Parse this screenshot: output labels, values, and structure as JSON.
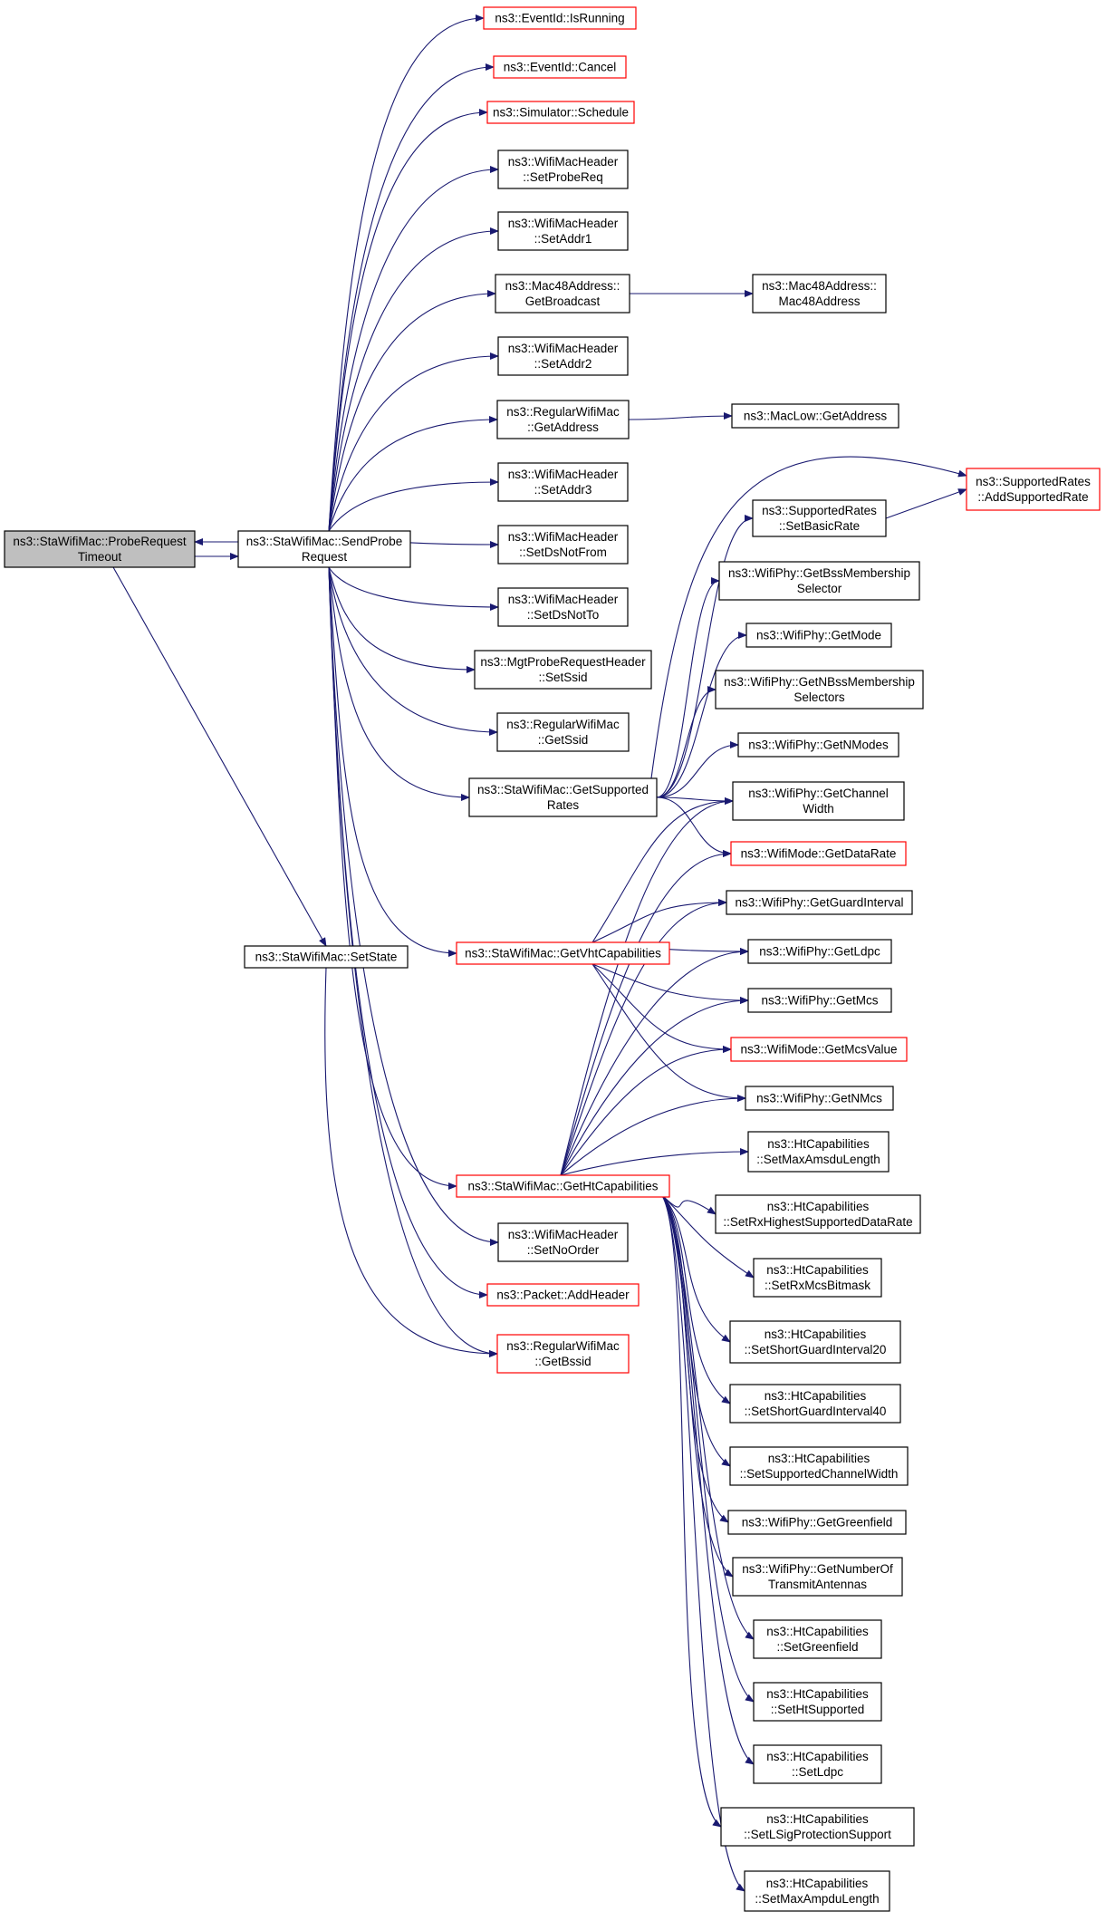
{
  "graph": {
    "nodes": [
      {
        "id": "root",
        "lines": [
          "ns3::StaWifiMac::ProbeRequest",
          "Timeout"
        ],
        "style": "root"
      },
      {
        "id": "sendProbe",
        "lines": [
          "ns3::StaWifiMac::SendProbe",
          "Request"
        ],
        "style": "black"
      },
      {
        "id": "setState",
        "lines": [
          "ns3::StaWifiMac::SetState"
        ],
        "style": "black"
      },
      {
        "id": "isRunning",
        "lines": [
          "ns3::EventId::IsRunning"
        ],
        "style": "red"
      },
      {
        "id": "cancel",
        "lines": [
          "ns3::EventId::Cancel"
        ],
        "style": "red"
      },
      {
        "id": "schedule",
        "lines": [
          "ns3::Simulator::Schedule"
        ],
        "style": "red"
      },
      {
        "id": "setProbeReq",
        "lines": [
          "ns3::WifiMacHeader",
          "::SetProbeReq"
        ],
        "style": "black"
      },
      {
        "id": "setAddr1",
        "lines": [
          "ns3::WifiMacHeader",
          "::SetAddr1"
        ],
        "style": "black"
      },
      {
        "id": "getBroadcast",
        "lines": [
          "ns3::Mac48Address::",
          "GetBroadcast"
        ],
        "style": "black"
      },
      {
        "id": "mac48ctor",
        "lines": [
          "ns3::Mac48Address::",
          "Mac48Address"
        ],
        "style": "black"
      },
      {
        "id": "setAddr2",
        "lines": [
          "ns3::WifiMacHeader",
          "::SetAddr2"
        ],
        "style": "black"
      },
      {
        "id": "getAddress",
        "lines": [
          "ns3::RegularWifiMac",
          "::GetAddress"
        ],
        "style": "black"
      },
      {
        "id": "macLowGetAddress",
        "lines": [
          "ns3::MacLow::GetAddress"
        ],
        "style": "black"
      },
      {
        "id": "setAddr3",
        "lines": [
          "ns3::WifiMacHeader",
          "::SetAddr3"
        ],
        "style": "black"
      },
      {
        "id": "setDsNotFrom",
        "lines": [
          "ns3::WifiMacHeader",
          "::SetDsNotFrom"
        ],
        "style": "black"
      },
      {
        "id": "setDsNotTo",
        "lines": [
          "ns3::WifiMacHeader",
          "::SetDsNotTo"
        ],
        "style": "black"
      },
      {
        "id": "mgtSetSsid",
        "lines": [
          "ns3::MgtProbeRequestHeader",
          "::SetSsid"
        ],
        "style": "black"
      },
      {
        "id": "getSsid",
        "lines": [
          "ns3::RegularWifiMac",
          "::GetSsid"
        ],
        "style": "black"
      },
      {
        "id": "getSupportedRates",
        "lines": [
          "ns3::StaWifiMac::GetSupported",
          "Rates"
        ],
        "style": "black"
      },
      {
        "id": "getVht",
        "lines": [
          "ns3::StaWifiMac::GetVhtCapabilities"
        ],
        "style": "red"
      },
      {
        "id": "getHt",
        "lines": [
          "ns3::StaWifiMac::GetHtCapabilities"
        ],
        "style": "red"
      },
      {
        "id": "setNoOrder",
        "lines": [
          "ns3::WifiMacHeader",
          "::SetNoOrder"
        ],
        "style": "black"
      },
      {
        "id": "addHeader",
        "lines": [
          "ns3::Packet::AddHeader"
        ],
        "style": "red"
      },
      {
        "id": "getBssid",
        "lines": [
          "ns3::RegularWifiMac",
          "::GetBssid"
        ],
        "style": "red"
      },
      {
        "id": "addSupportedRate",
        "lines": [
          "ns3::SupportedRates",
          "::AddSupportedRate"
        ],
        "style": "red"
      },
      {
        "id": "setBasicRate",
        "lines": [
          "ns3::SupportedRates",
          "::SetBasicRate"
        ],
        "style": "black"
      },
      {
        "id": "getBssMembership",
        "lines": [
          "ns3::WifiPhy::GetBssMembership",
          "Selector"
        ],
        "style": "black"
      },
      {
        "id": "getMode",
        "lines": [
          "ns3::WifiPhy::GetMode"
        ],
        "style": "black"
      },
      {
        "id": "getNBssMembership",
        "lines": [
          "ns3::WifiPhy::GetNBssMembership",
          "Selectors"
        ],
        "style": "black"
      },
      {
        "id": "getNModes",
        "lines": [
          "ns3::WifiPhy::GetNModes"
        ],
        "style": "black"
      },
      {
        "id": "getChannelWidth",
        "lines": [
          "ns3::WifiPhy::GetChannel",
          "Width"
        ],
        "style": "black"
      },
      {
        "id": "getDataRate",
        "lines": [
          "ns3::WifiMode::GetDataRate"
        ],
        "style": "red"
      },
      {
        "id": "getGuardInterval",
        "lines": [
          "ns3::WifiPhy::GetGuardInterval"
        ],
        "style": "black"
      },
      {
        "id": "getLdpc",
        "lines": [
          "ns3::WifiPhy::GetLdpc"
        ],
        "style": "black"
      },
      {
        "id": "getMcs",
        "lines": [
          "ns3::WifiPhy::GetMcs"
        ],
        "style": "black"
      },
      {
        "id": "getMcsValue",
        "lines": [
          "ns3::WifiMode::GetMcsValue"
        ],
        "style": "red"
      },
      {
        "id": "getNMcs",
        "lines": [
          "ns3::WifiPhy::GetNMcs"
        ],
        "style": "black"
      },
      {
        "id": "setMaxAmsdu",
        "lines": [
          "ns3::HtCapabilities",
          "::SetMaxAmsduLength"
        ],
        "style": "black"
      },
      {
        "id": "setRxHighest",
        "lines": [
          "ns3::HtCapabilities",
          "::SetRxHighestSupportedDataRate"
        ],
        "style": "black"
      },
      {
        "id": "setRxMcsBitmask",
        "lines": [
          "ns3::HtCapabilities",
          "::SetRxMcsBitmask"
        ],
        "style": "black"
      },
      {
        "id": "setSgi20",
        "lines": [
          "ns3::HtCapabilities",
          "::SetShortGuardInterval20"
        ],
        "style": "black"
      },
      {
        "id": "setSgi40",
        "lines": [
          "ns3::HtCapabilities",
          "::SetShortGuardInterval40"
        ],
        "style": "black"
      },
      {
        "id": "setSupportedCw",
        "lines": [
          "ns3::HtCapabilities",
          "::SetSupportedChannelWidth"
        ],
        "style": "black"
      },
      {
        "id": "getGreenfield",
        "lines": [
          "ns3::WifiPhy::GetGreenfield"
        ],
        "style": "black"
      },
      {
        "id": "getNumTxAnt",
        "lines": [
          "ns3::WifiPhy::GetNumberOf",
          "TransmitAntennas"
        ],
        "style": "black"
      },
      {
        "id": "setGreenfield",
        "lines": [
          "ns3::HtCapabilities",
          "::SetGreenfield"
        ],
        "style": "black"
      },
      {
        "id": "setHtSupported",
        "lines": [
          "ns3::HtCapabilities",
          "::SetHtSupported"
        ],
        "style": "black"
      },
      {
        "id": "setLdpc",
        "lines": [
          "ns3::HtCapabilities",
          "::SetLdpc"
        ],
        "style": "black"
      },
      {
        "id": "setLSig",
        "lines": [
          "ns3::HtCapabilities",
          "::SetLSigProtectionSupport"
        ],
        "style": "black"
      },
      {
        "id": "setMaxAmpdu",
        "lines": [
          "ns3::HtCapabilities",
          "::SetMaxAmpduLength"
        ],
        "style": "black"
      }
    ],
    "edges": [
      [
        "root",
        "sendProbe"
      ],
      [
        "sendProbe",
        "root"
      ],
      [
        "root",
        "setState"
      ],
      [
        "sendProbe",
        "isRunning"
      ],
      [
        "sendProbe",
        "cancel"
      ],
      [
        "sendProbe",
        "schedule"
      ],
      [
        "sendProbe",
        "setProbeReq"
      ],
      [
        "sendProbe",
        "setAddr1"
      ],
      [
        "sendProbe",
        "getBroadcast"
      ],
      [
        "getBroadcast",
        "mac48ctor"
      ],
      [
        "sendProbe",
        "setAddr2"
      ],
      [
        "sendProbe",
        "getAddress"
      ],
      [
        "getAddress",
        "macLowGetAddress"
      ],
      [
        "sendProbe",
        "setAddr3"
      ],
      [
        "sendProbe",
        "setDsNotFrom"
      ],
      [
        "sendProbe",
        "setDsNotTo"
      ],
      [
        "sendProbe",
        "mgtSetSsid"
      ],
      [
        "sendProbe",
        "getSsid"
      ],
      [
        "sendProbe",
        "getSupportedRates"
      ],
      [
        "sendProbe",
        "getVht"
      ],
      [
        "sendProbe",
        "getHt"
      ],
      [
        "sendProbe",
        "setNoOrder"
      ],
      [
        "sendProbe",
        "addHeader"
      ],
      [
        "sendProbe",
        "getBssid"
      ],
      [
        "setState",
        "getBssid"
      ],
      [
        "getSupportedRates",
        "addSupportedRate"
      ],
      [
        "getSupportedRates",
        "setBasicRate"
      ],
      [
        "setBasicRate",
        "addSupportedRate"
      ],
      [
        "getSupportedRates",
        "getBssMembership"
      ],
      [
        "getSupportedRates",
        "getMode"
      ],
      [
        "getSupportedRates",
        "getNBssMembership"
      ],
      [
        "getSupportedRates",
        "getNModes"
      ],
      [
        "getSupportedRates",
        "getChannelWidth"
      ],
      [
        "getSupportedRates",
        "getDataRate"
      ],
      [
        "getVht",
        "getChannelWidth"
      ],
      [
        "getVht",
        "getGuardInterval"
      ],
      [
        "getVht",
        "getLdpc"
      ],
      [
        "getVht",
        "getMcs"
      ],
      [
        "getVht",
        "getMcsValue"
      ],
      [
        "getVht",
        "getNMcs"
      ],
      [
        "getHt",
        "getChannelWidth"
      ],
      [
        "getHt",
        "getDataRate"
      ],
      [
        "getHt",
        "getGuardInterval"
      ],
      [
        "getHt",
        "getLdpc"
      ],
      [
        "getHt",
        "getMcs"
      ],
      [
        "getHt",
        "getMcsValue"
      ],
      [
        "getHt",
        "getNMcs"
      ],
      [
        "getHt",
        "setMaxAmsdu"
      ],
      [
        "getHt",
        "setRxHighest"
      ],
      [
        "getHt",
        "setRxMcsBitmask"
      ],
      [
        "getHt",
        "setSgi20"
      ],
      [
        "getHt",
        "setSgi40"
      ],
      [
        "getHt",
        "setSupportedCw"
      ],
      [
        "getHt",
        "getGreenfield"
      ],
      [
        "getHt",
        "getNumTxAnt"
      ],
      [
        "getHt",
        "setGreenfield"
      ],
      [
        "getHt",
        "setHtSupported"
      ],
      [
        "getHt",
        "setLdpc"
      ],
      [
        "getHt",
        "setLSig"
      ],
      [
        "getHt",
        "setMaxAmpdu"
      ]
    ]
  },
  "colors": {
    "edge": "#191970",
    "box_black": "#000000",
    "box_red": "#ff0000",
    "root_fill": "#bfbfbf",
    "box_fill": "#ffffff"
  }
}
